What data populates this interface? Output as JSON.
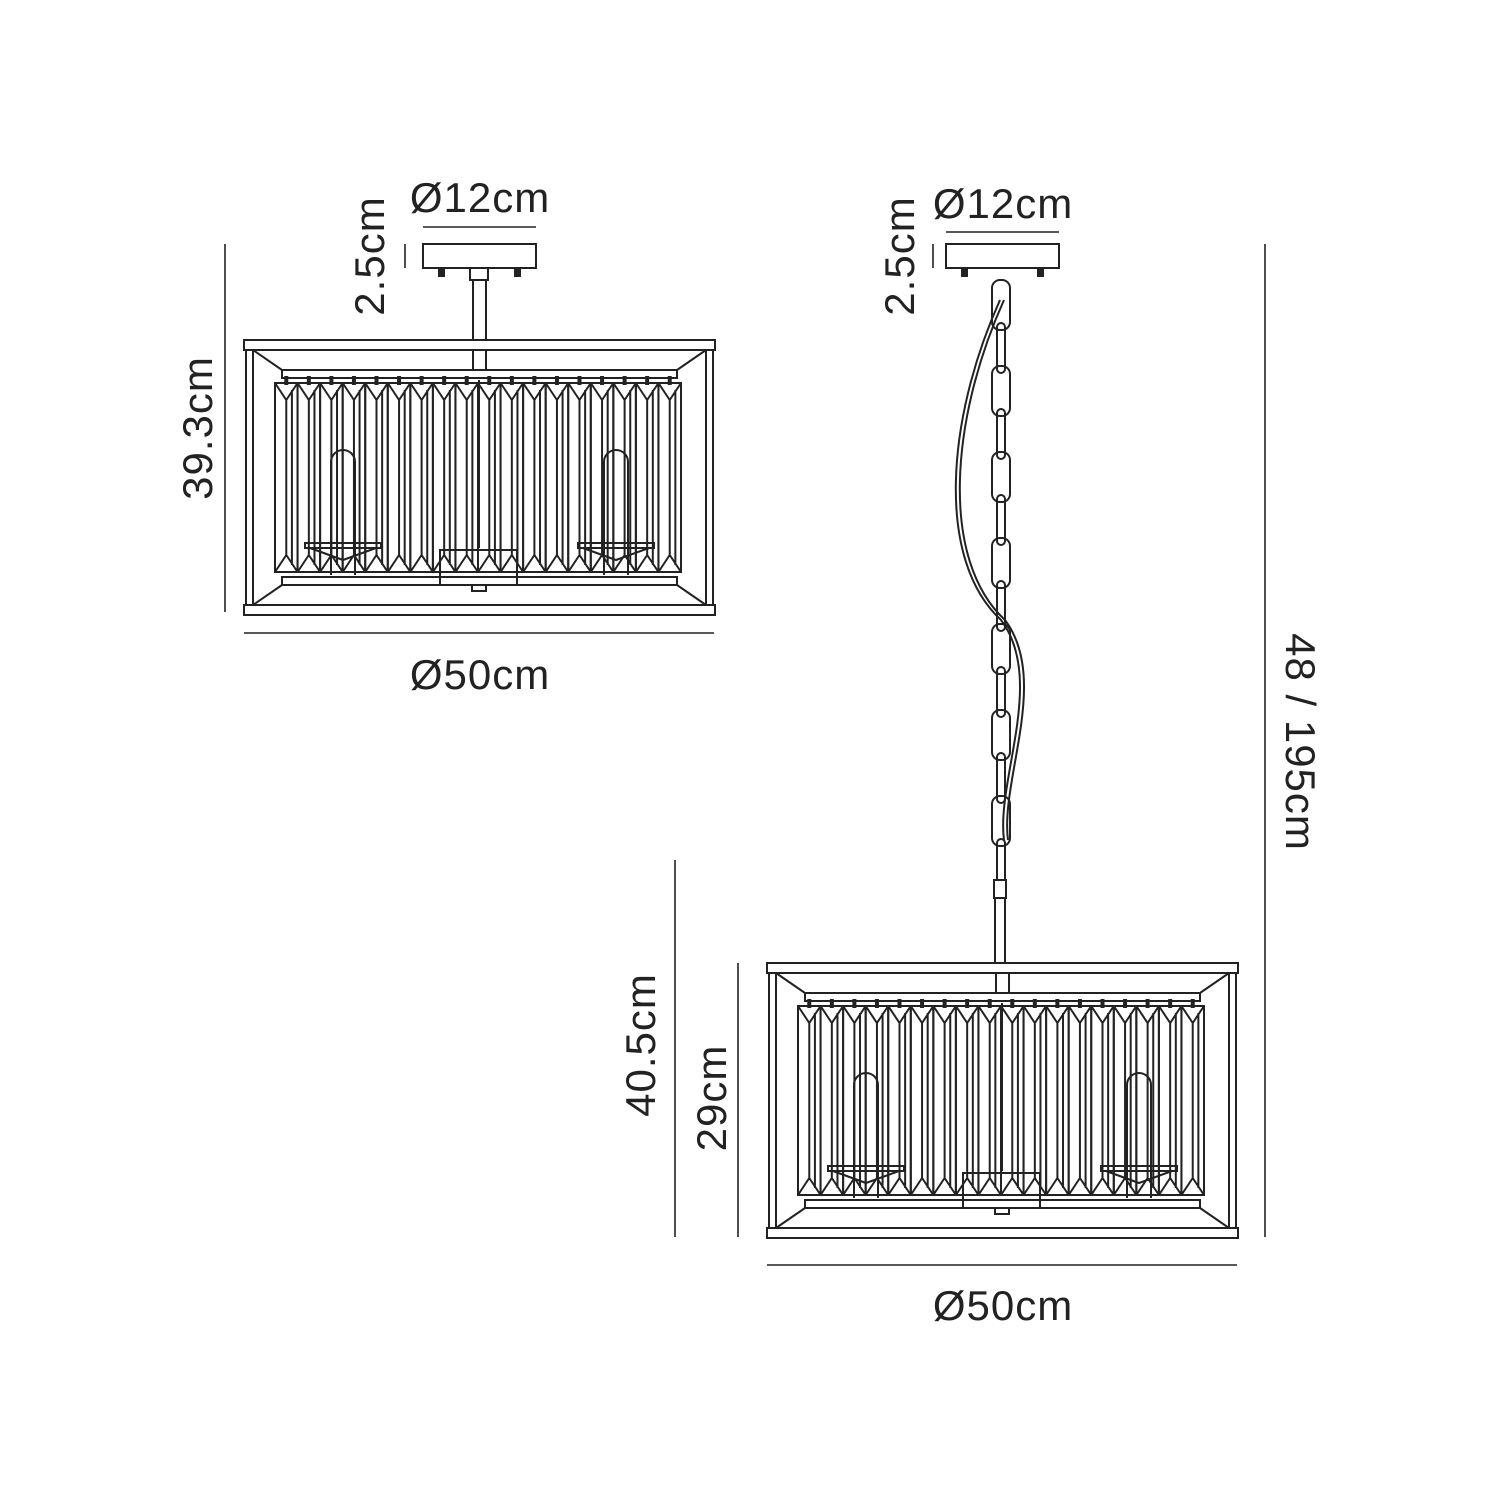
{
  "left_view": {
    "canopy_diameter": "Ø12cm",
    "canopy_height": "2.5cm",
    "overall_height": "39.3cm",
    "width": "Ø50cm"
  },
  "right_view": {
    "canopy_diameter": "Ø12cm",
    "canopy_height": "2.5cm",
    "drop_height": "48 / 195cm",
    "body_height_outer": "40.5cm",
    "body_height_inner": "29cm",
    "width": "Ø50cm"
  },
  "colors": {
    "line": "#222222",
    "background": "#ffffff"
  }
}
